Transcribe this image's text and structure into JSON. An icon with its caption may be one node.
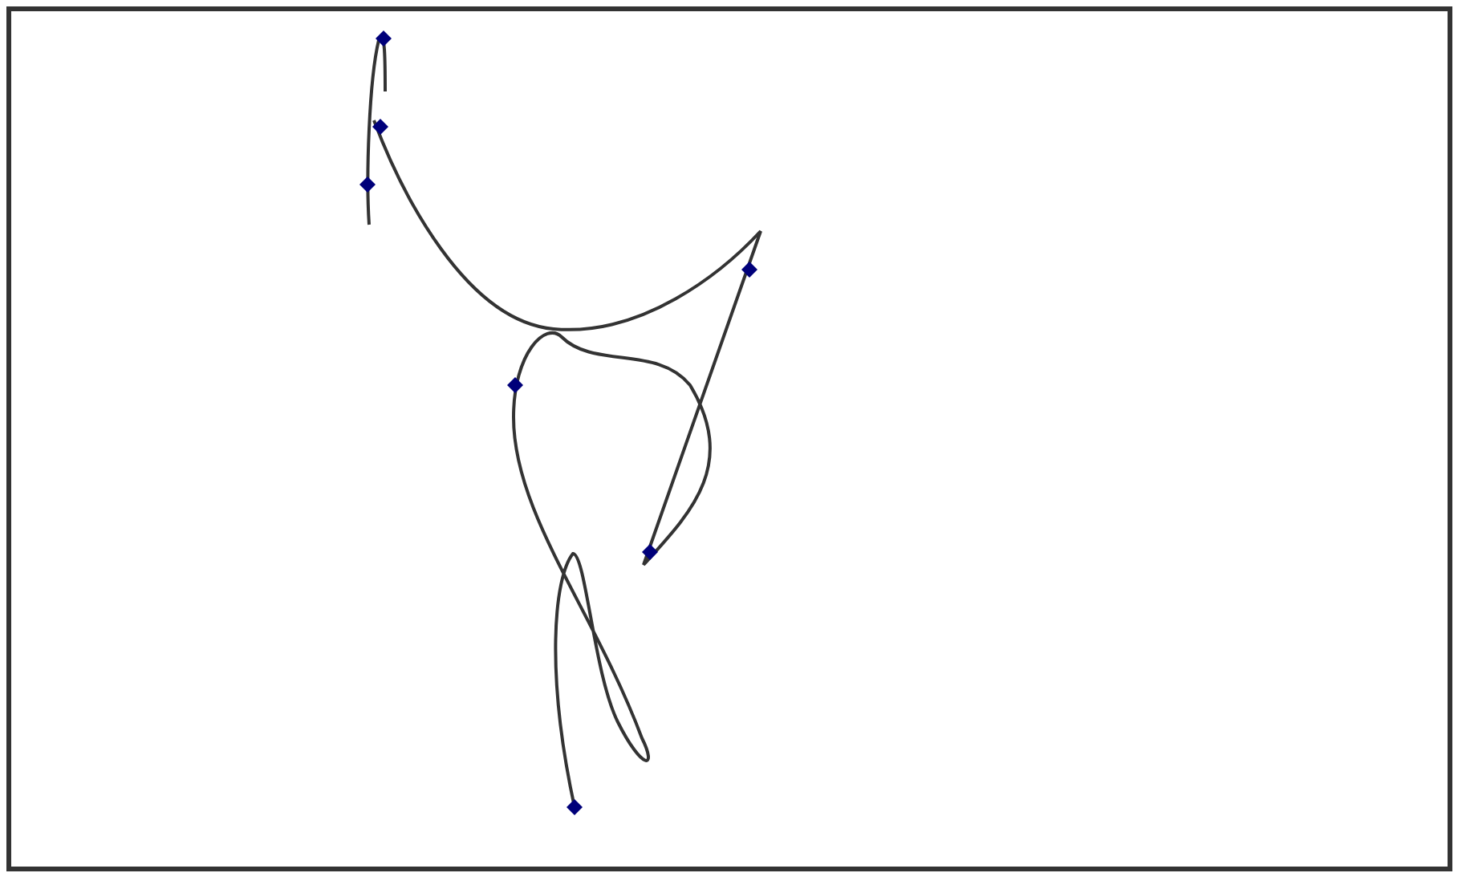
{
  "diagram": {
    "nodes": [
      {
        "text": [],
        "shape": "diamond"
      },
      {
        "text": [],
        "shape": "diamond"
      },
      {
        "text": [],
        "shape": "diamond"
      },
      {
        "text": [],
        "shape": "diamond"
      },
      {
        "text": [],
        "shape": "diamond"
      },
      {
        "text": [],
        "shape": "diamond"
      },
      {
        "text": [],
        "shape": "diamond"
      }
    ]
  }
}
